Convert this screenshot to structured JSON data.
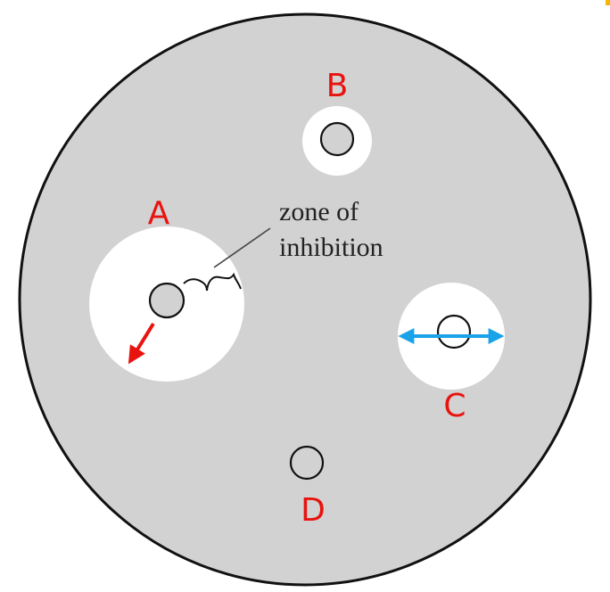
{
  "figure": {
    "plate_color": "#d2d2d2",
    "zone_color": "#ffffff",
    "disk_color": "#d2d2d2",
    "outline_color": "#111111",
    "label_color": "#e8130f",
    "radius_arrow_color": "#e8130f",
    "diameter_arrow_color": "#1aa3e8",
    "corner_mark_color": "#f2b705"
  },
  "annotation": {
    "line1": "zone of",
    "line2": "inhibition"
  },
  "wells": [
    {
      "label": "A",
      "zone": "large"
    },
    {
      "label": "B",
      "zone": "small"
    },
    {
      "label": "C",
      "zone": "medium"
    },
    {
      "label": "D",
      "zone": "none"
    }
  ],
  "arrows": {
    "radius": {
      "well": "A",
      "icon": "radius-arrow-icon"
    },
    "diameter": {
      "well": "C",
      "icon": "double-headed-arrow-icon"
    }
  }
}
